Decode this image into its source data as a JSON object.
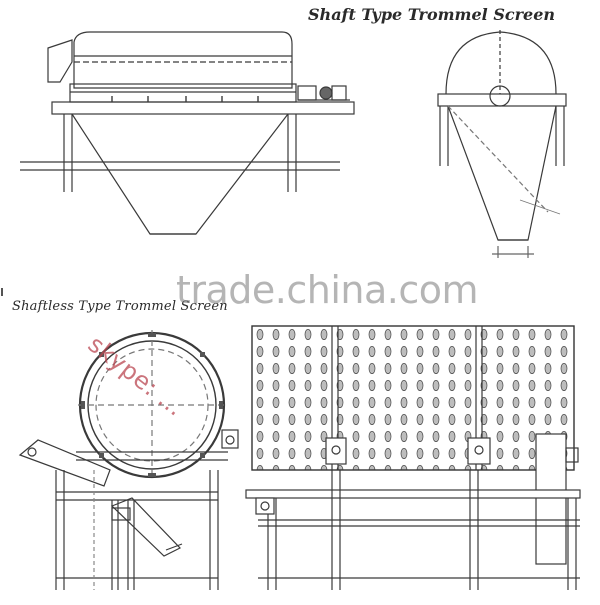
{
  "titles": {
    "shaft_type": "Shaft Type Trommel Screen",
    "shaftless_type": "Shaftless Type Trommel Screen"
  },
  "watermarks": {
    "site": "trade.china.com",
    "contact": "skype: ..."
  },
  "colors": {
    "line": "#3a3a3a",
    "dash": "#777777",
    "mesh_fill": "#bdbdbd",
    "site_watermark": "#8a8a8a",
    "contact_watermark": "#b84650"
  }
}
